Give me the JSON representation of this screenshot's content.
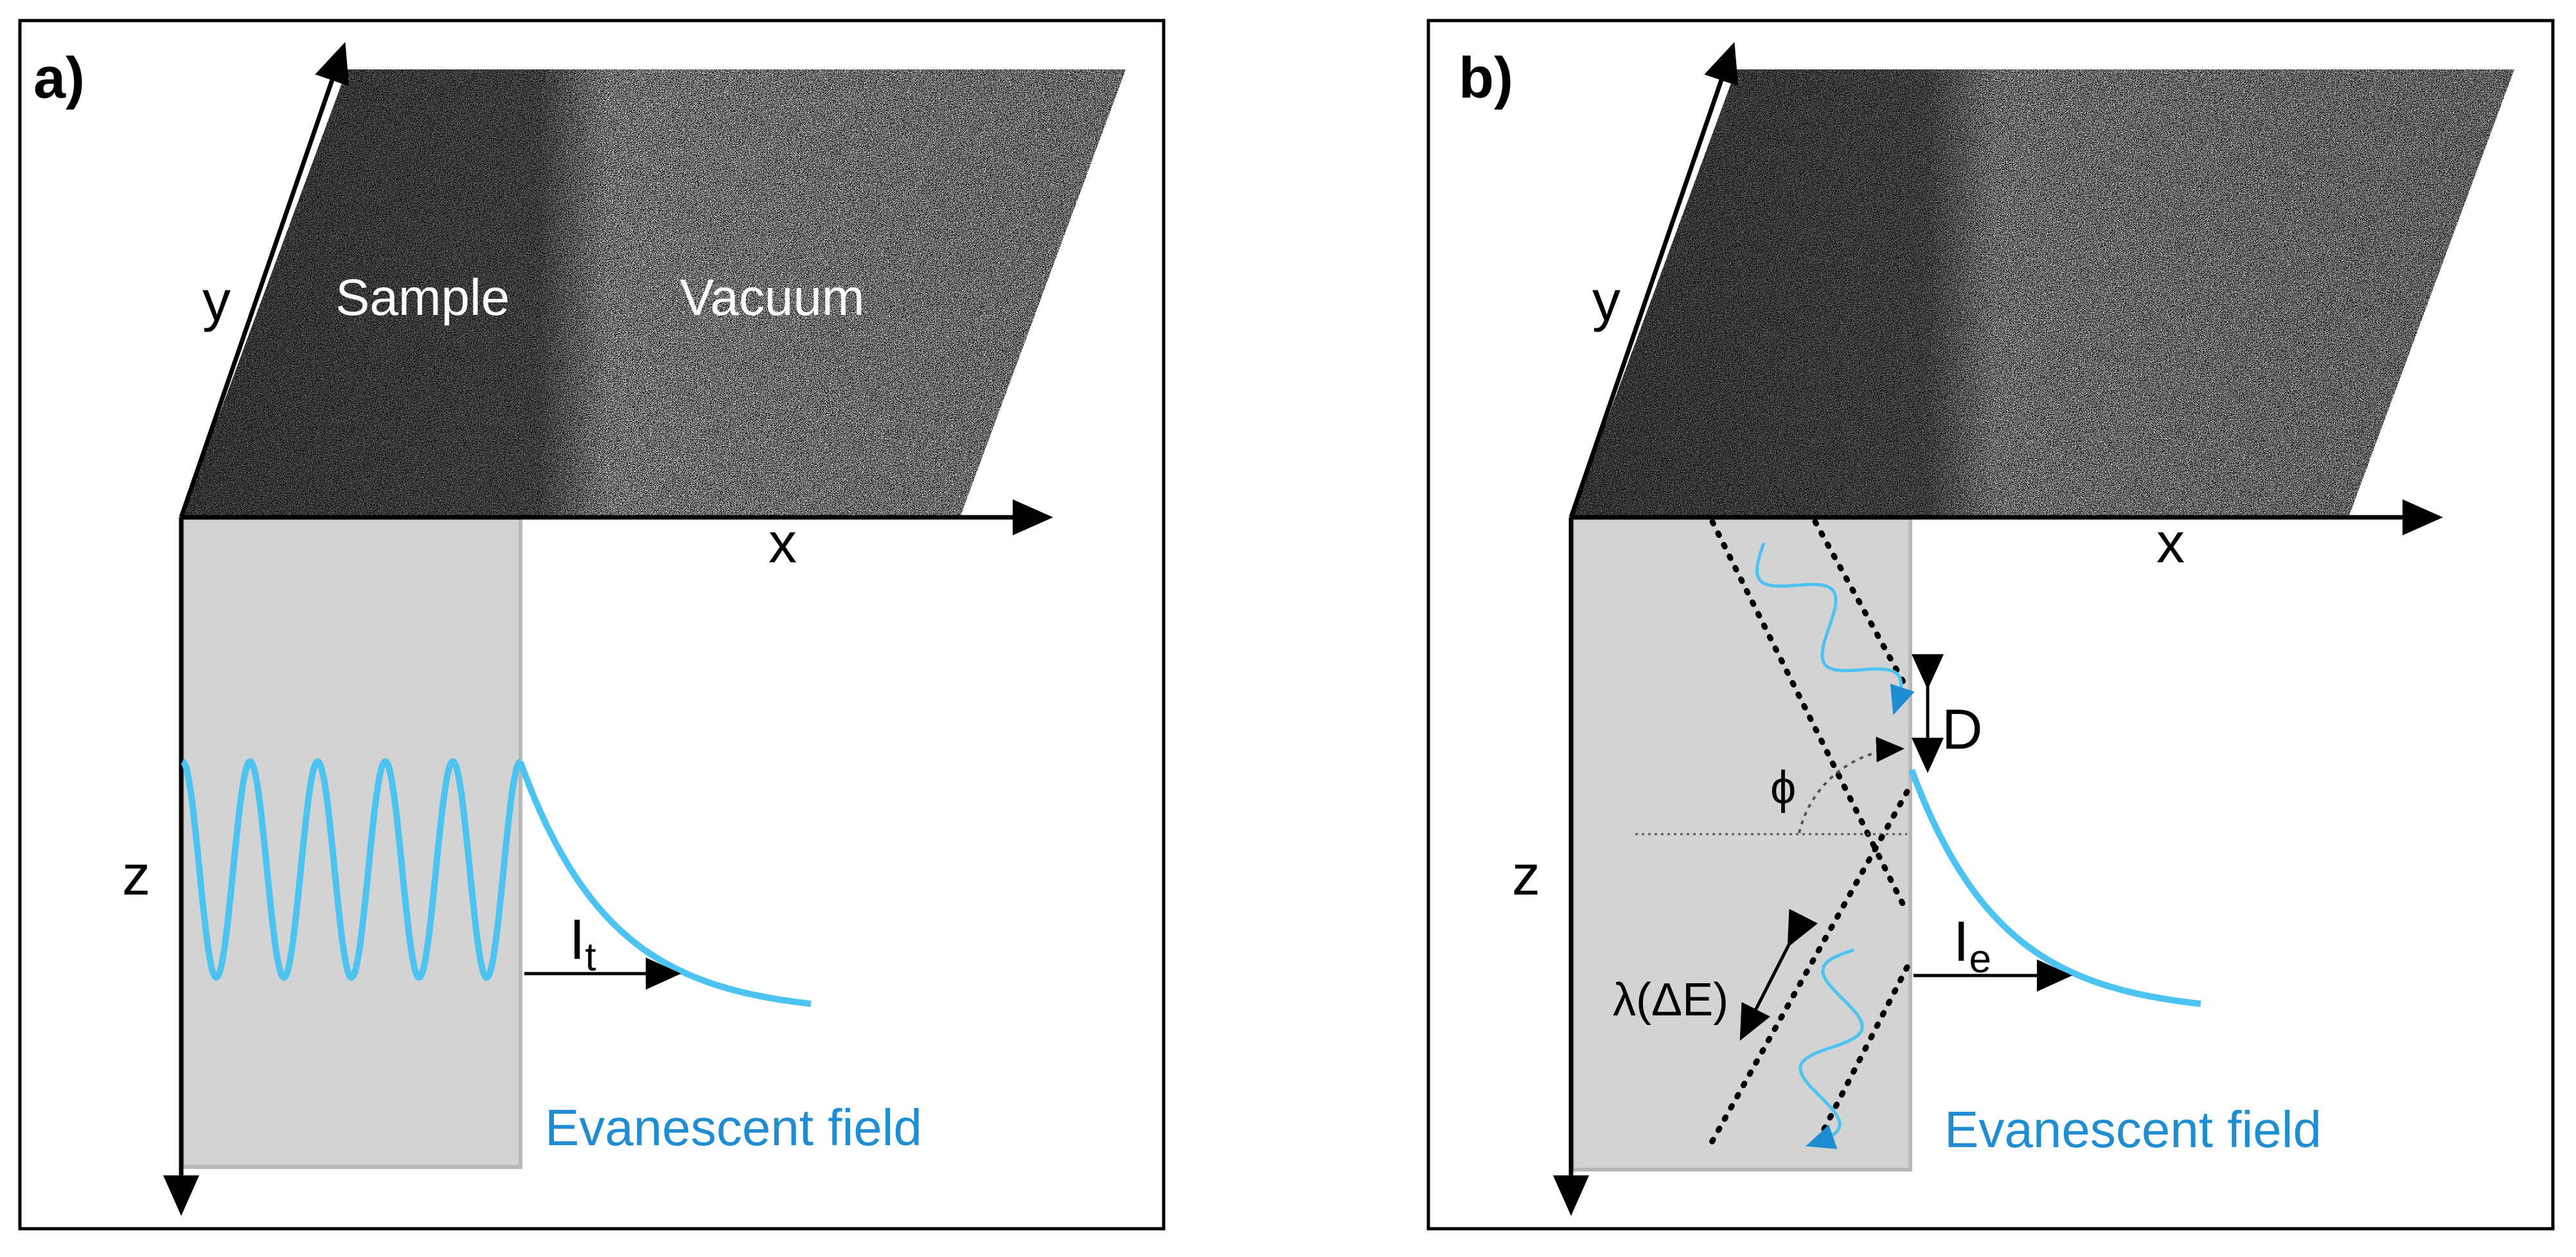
{
  "panel_a": {
    "label": "a)",
    "axis_x": "x",
    "axis_y": "y",
    "axis_z": "z",
    "region_sample": "Sample",
    "region_vacuum": "Vacuum",
    "intensity_main": "I",
    "intensity_sub": "t",
    "evanescent": "Evanescent field"
  },
  "panel_b": {
    "label": "b)",
    "axis_x": "x",
    "axis_y": "y",
    "axis_z": "z",
    "symbol_D": "D",
    "symbol_phi": "ϕ",
    "symbol_lambda": "λ(ΔE)",
    "intensity_main": "I",
    "intensity_sub": "e",
    "evanescent": "Evanescent field"
  },
  "colors": {
    "wave": "#4cc3f0",
    "evanescent_text": "#1f8dd1",
    "slab": "#d3d3d3",
    "slab_border": "#b8b8b8"
  }
}
